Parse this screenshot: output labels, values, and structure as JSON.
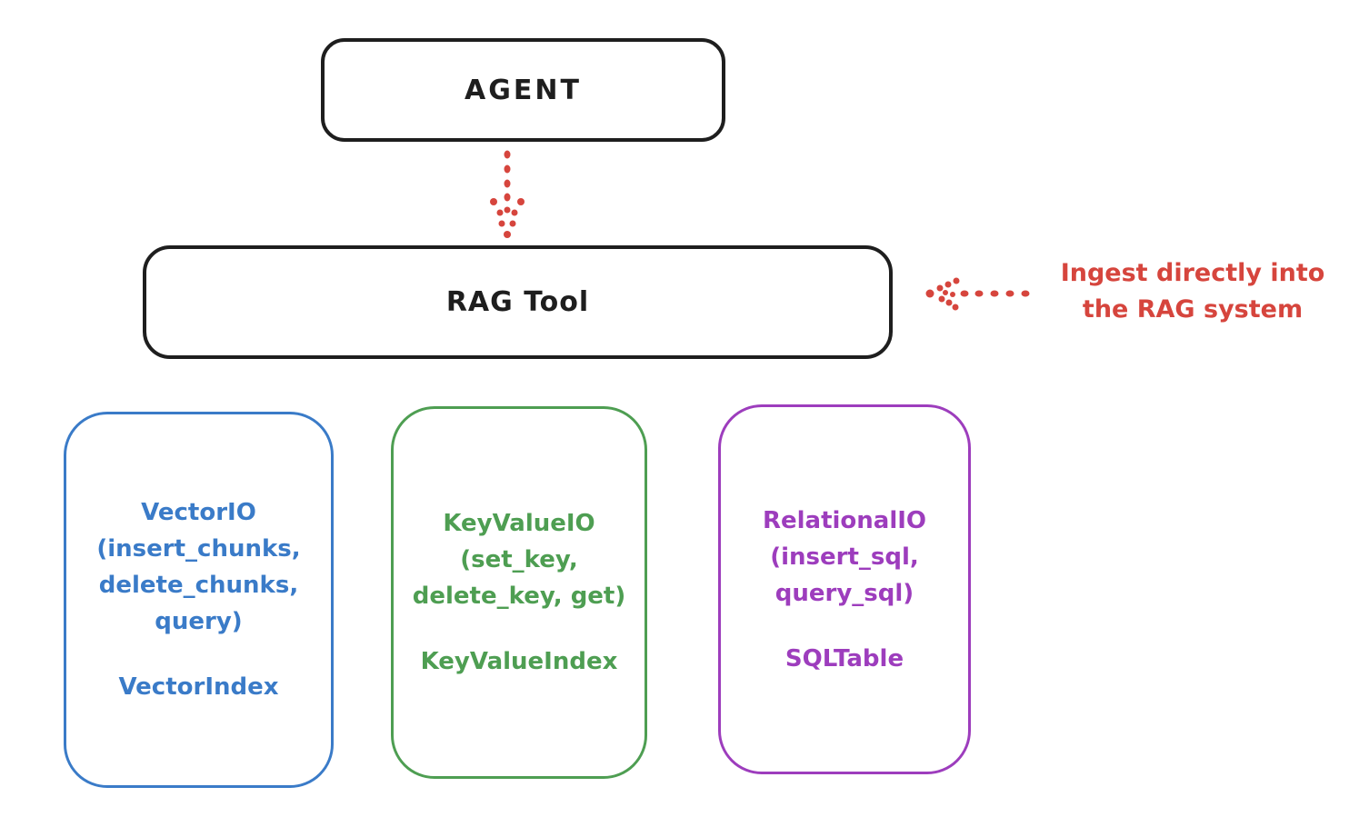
{
  "diagram": {
    "background": "#ffffff",
    "stroke_dark": "#1e1e1e",
    "arrow_color": "#d6453d"
  },
  "agent": {
    "label": "AGENT"
  },
  "rag_tool": {
    "label": "RAG Tool"
  },
  "annotation": {
    "color": "#d6453d",
    "line1": "Ingest directly into",
    "line2": "the RAG system"
  },
  "arrows": [
    {
      "name": "agent-to-ragtool-arrow",
      "style": "dotted",
      "direction": "down",
      "color": "#d6453d"
    },
    {
      "name": "ingest-into-ragtool-arrow",
      "style": "dotted",
      "direction": "left",
      "color": "#d6453d"
    }
  ],
  "stores": [
    {
      "id": "vector",
      "color": "#3a7bc8",
      "line0": "VectorIO",
      "line1": "(insert_chunks,",
      "line2": "delete_chunks,",
      "line3": "query)",
      "index": "VectorIndex"
    },
    {
      "id": "keyvalue",
      "color": "#4e9e52",
      "line0": "KeyValueIO",
      "line1": "(set_key,",
      "line2": "delete_key, get)",
      "index": "KeyValueIndex"
    },
    {
      "id": "relational",
      "color": "#9d3dbd",
      "line0": "RelationalIO",
      "line1": "(insert_sql,",
      "line2": "query_sql)",
      "index": "SQLTable"
    }
  ]
}
